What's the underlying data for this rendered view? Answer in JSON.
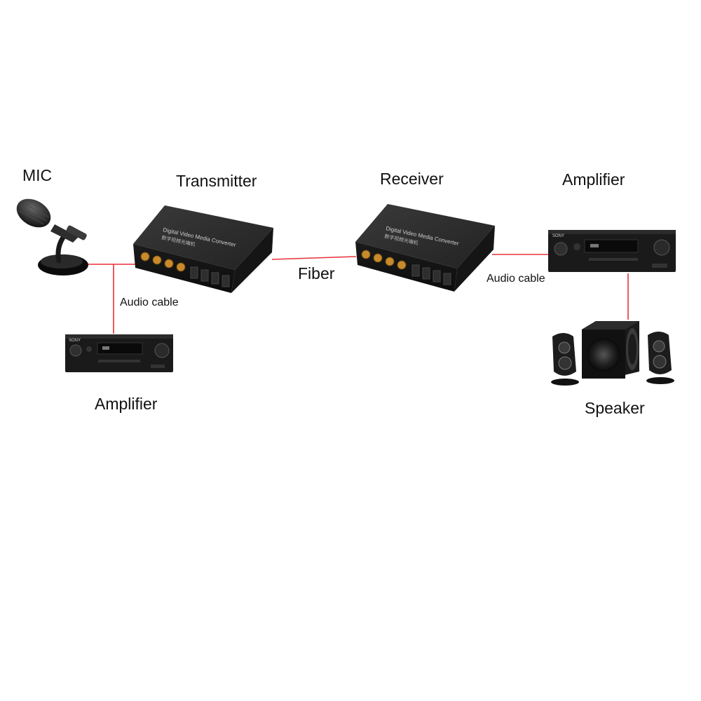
{
  "diagram": {
    "labels": {
      "mic": "MIC",
      "transmitter": "Transmitter",
      "receiver": "Receiver",
      "amplifier_right": "Amplifier",
      "fiber": "Fiber",
      "audio_cable_left": "Audio cable",
      "audio_cable_right": "Audio cable",
      "amplifier_left": "Amplifier",
      "speaker": "Speaker"
    },
    "devices": {
      "transmitter_panel_text": "Digital Video Media Converter",
      "transmitter_panel_cn": "数字视频光端机",
      "receiver_panel_text": "Digital Video Media Converter",
      "receiver_panel_cn": "数字视频光端机",
      "amplifier_brand": "SONY"
    },
    "colors": {
      "cable": "#e8303a",
      "device_body": "#1e1e1e",
      "device_top": "#2c2c2c",
      "connector_gold": "#c98a2c"
    },
    "icons": {
      "mic": "microphone-icon",
      "transmitter": "media-converter-icon",
      "receiver": "media-converter-icon",
      "amplifier": "av-receiver-icon",
      "speaker": "speaker-system-icon"
    }
  }
}
